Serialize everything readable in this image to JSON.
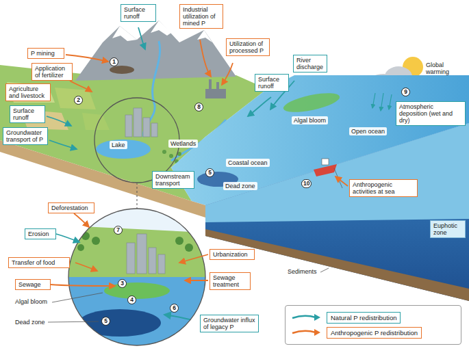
{
  "diagram": {
    "nodes": [
      {
        "text": [
          "P mining"
        ]
      },
      {
        "text": [
          "Surface runoff"
        ]
      },
      {
        "text": [
          "Industrial utilization of mined P"
        ]
      },
      {
        "text": [
          "Utilization of processed P"
        ]
      },
      {
        "text": [
          "Application of fertilizer"
        ]
      },
      {
        "text": [
          "Agriculture and livestock"
        ]
      },
      {
        "text": [
          "Surface runoff"
        ]
      },
      {
        "text": [
          "Groundwater transport of P"
        ]
      },
      {
        "text": [
          "Surface runoff"
        ]
      },
      {
        "text": [
          "River discharge"
        ]
      },
      {
        "text": [
          "Atmospheric deposition (wet and dry)"
        ]
      },
      {
        "text": [
          "Downstream transport"
        ]
      },
      {
        "text": [
          "Anthropogenic activities at sea"
        ]
      },
      {
        "text": [
          "Euphotic zone"
        ]
      },
      {
        "text": [
          "Deforestation"
        ]
      },
      {
        "text": [
          "Erosion"
        ]
      },
      {
        "text": [
          "Urbanization"
        ]
      },
      {
        "text": [
          "Transfer of food"
        ]
      },
      {
        "text": [
          "Sewage"
        ]
      },
      {
        "text": [
          "Sewage treatment"
        ]
      },
      {
        "text": [
          "Groundwater influx of legacy P"
        ]
      }
    ],
    "labels": [
      "Global warming",
      "Open ocean",
      "Algal bloom",
      "Lake",
      "Wetlands",
      "Coastal ocean",
      "Dead zone",
      "Sediments",
      "Algal bloom",
      "Dead zone",
      "1",
      "2",
      "3",
      "4",
      "5",
      "5",
      "6",
      "7",
      "8",
      "9",
      "10"
    ],
    "legend": [
      {
        "text": "Natural P redistribution"
      },
      {
        "text": "Anthropogenic P redistribution"
      }
    ]
  }
}
